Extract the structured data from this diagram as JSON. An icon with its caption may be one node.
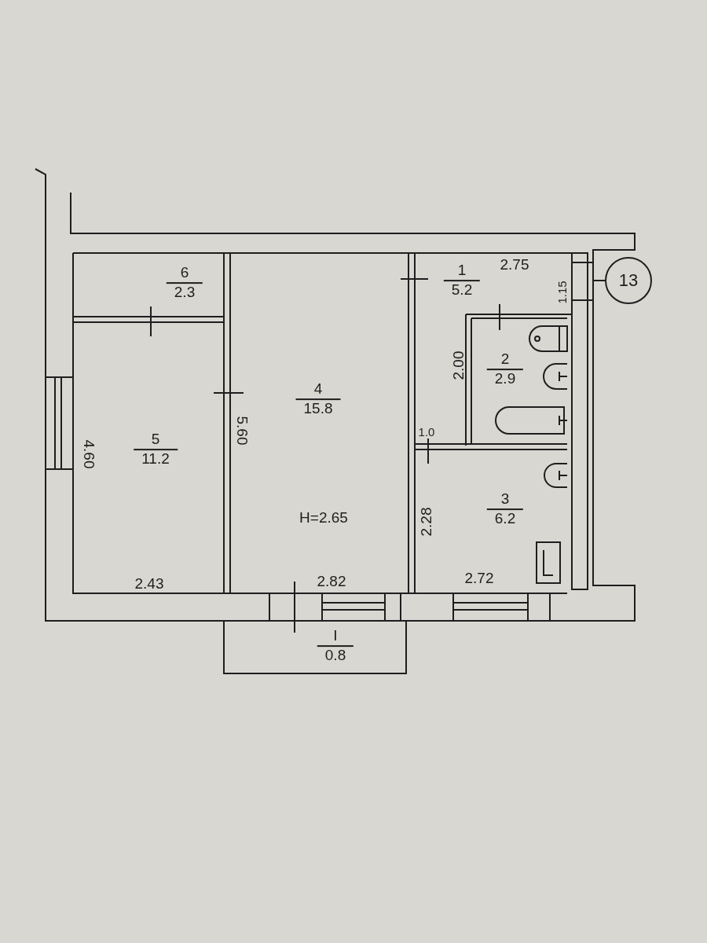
{
  "diagram": {
    "nodes": [
      {
        "text": [
          "6",
          "2.3"
        ]
      },
      {
        "text": [
          "5",
          "11.2"
        ]
      },
      {
        "text": [
          "4",
          "15.8"
        ]
      },
      {
        "text": [
          "1",
          "5.2"
        ]
      },
      {
        "text": [
          "2",
          "2.9"
        ]
      },
      {
        "text": [
          "3",
          "6.2"
        ]
      },
      {
        "text": [
          "I",
          "0.8"
        ]
      },
      {
        "text": [
          "13"
        ]
      },
      {
        "text": [],
        "shape": "box"
      }
    ],
    "edges": [
      {
        "from": 7,
        "to": 8,
        "arrow": "none"
      }
    ],
    "labels": [
      "2.75",
      "1.15",
      "2.00",
      "4.60",
      "5.60",
      "1.0",
      "2.28",
      "H=2.65",
      "2.43",
      "2.82",
      "2.72"
    ]
  }
}
